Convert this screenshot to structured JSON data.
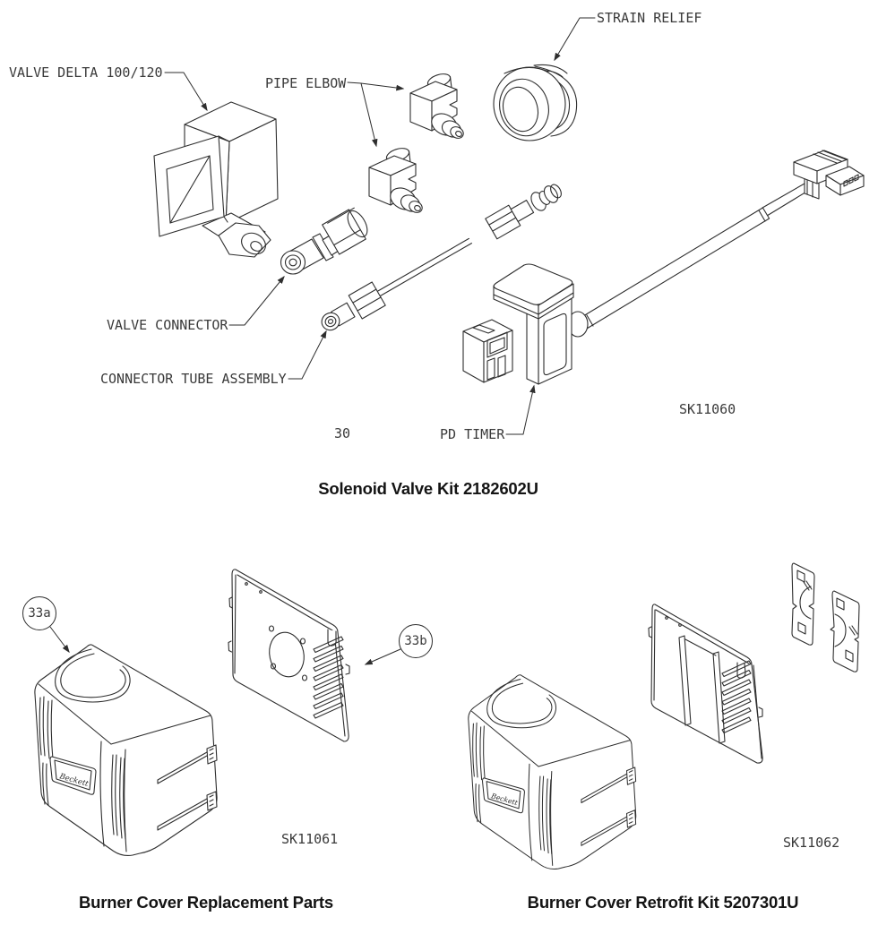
{
  "page": {
    "background": "#ffffff",
    "line_color": "#2e2e2e",
    "label_color": "#3a3a3a"
  },
  "solenoid_kit": {
    "caption": "Solenoid Valve Kit 2182602U",
    "drawing_code": "SK11060",
    "figure_number": "30",
    "labels": {
      "valve_delta": "VALVE DELTA 100/120",
      "pipe_elbow": "PIPE ELBOW",
      "strain_relief": "STRAIN RELIEF",
      "valve_connector": "VALVE CONNECTOR",
      "connector_tube_assembly": "CONNECTOR TUBE ASSEMBLY",
      "pd_timer": "PD TIMER"
    }
  },
  "cover_replacement": {
    "caption": "Burner Cover Replacement Parts",
    "drawing_code": "SK11061",
    "callout_cover": "33a",
    "callout_panel": "33b"
  },
  "cover_retrofit": {
    "caption": "Burner Cover Retrofit Kit 5207301U",
    "drawing_code": "SK11062"
  },
  "brand_badge": "Beckett"
}
